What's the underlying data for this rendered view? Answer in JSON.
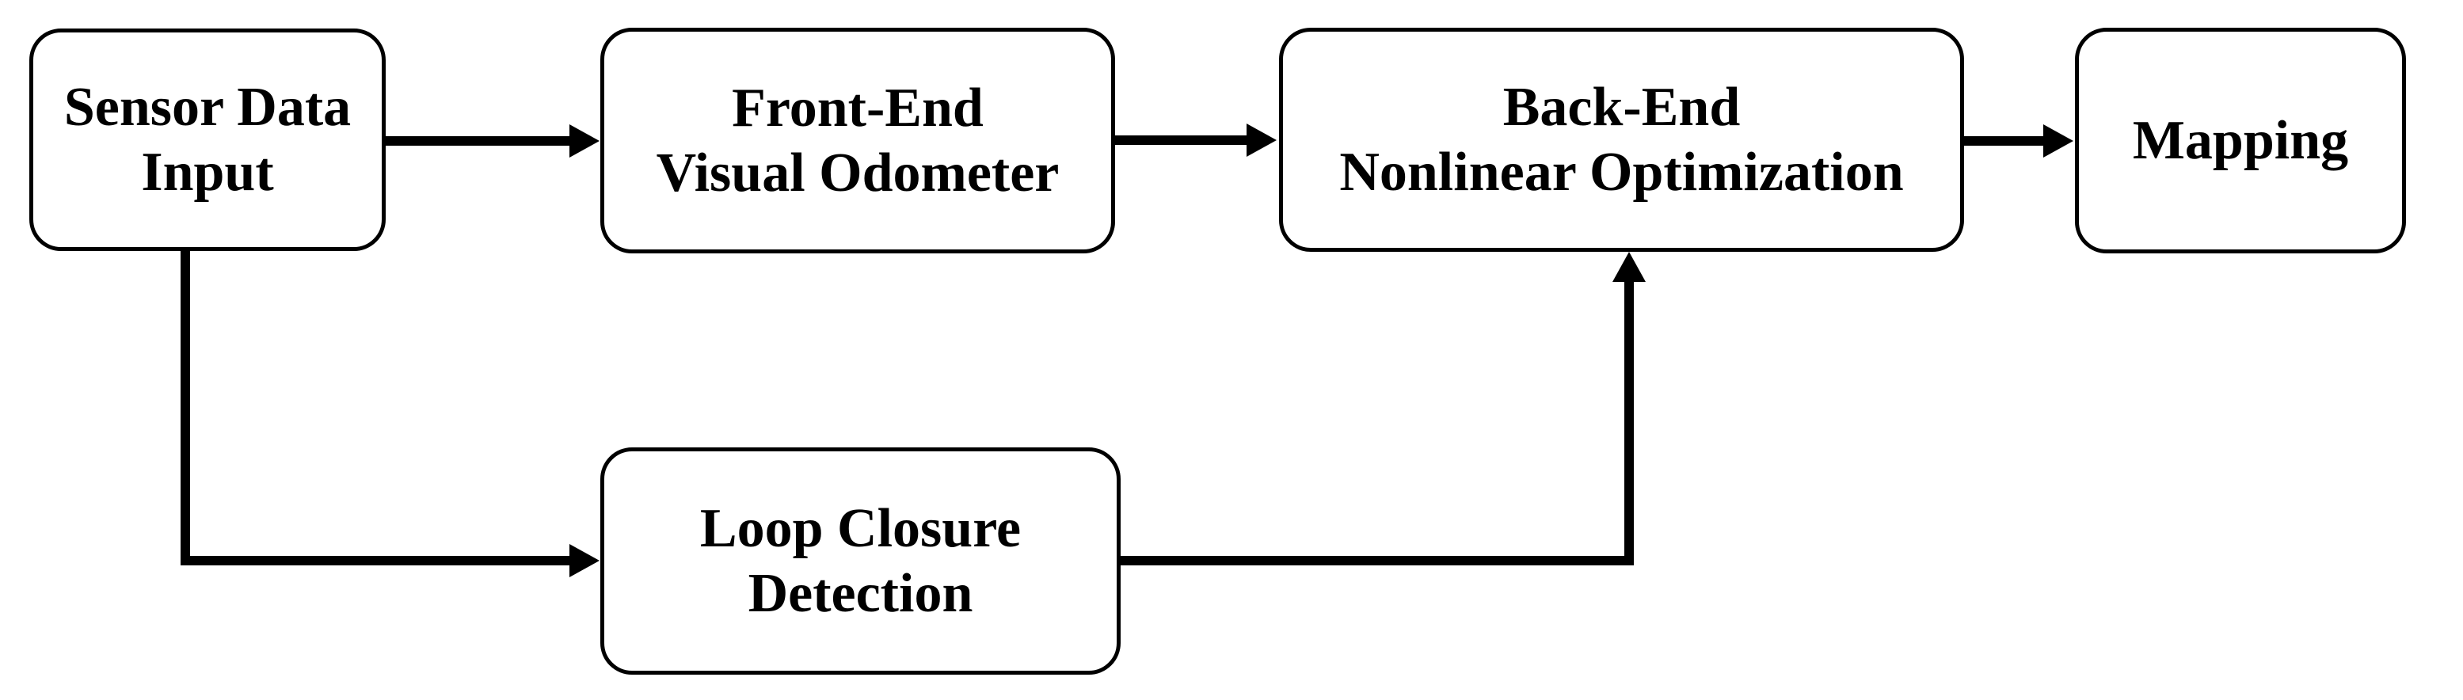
{
  "diagram": {
    "background_color": "#ffffff",
    "line_color": "#000000",
    "node_fill_color": "#ffffff",
    "nodes": [
      {
        "id": "sensor",
        "label": "Sensor Data\nInput"
      },
      {
        "id": "frontend",
        "label": "Front-End\nVisual Odometer"
      },
      {
        "id": "backend",
        "label": "Back-End\nNonlinear Optimization"
      },
      {
        "id": "mapping",
        "label": "Mapping"
      },
      {
        "id": "loop",
        "label": "Loop Closure\nDetection"
      }
    ],
    "edges": [
      {
        "from": "Sensor Data Input",
        "to": "Front-End Visual Odometer"
      },
      {
        "from": "Front-End Visual Odometer",
        "to": "Back-End Nonlinear Optimization"
      },
      {
        "from": "Back-End Nonlinear Optimization",
        "to": "Mapping"
      },
      {
        "from": "Sensor Data Input",
        "to": "Loop Closure Detection"
      },
      {
        "from": "Loop Closure Detection",
        "to": "Back-End Nonlinear Optimization"
      }
    ]
  }
}
